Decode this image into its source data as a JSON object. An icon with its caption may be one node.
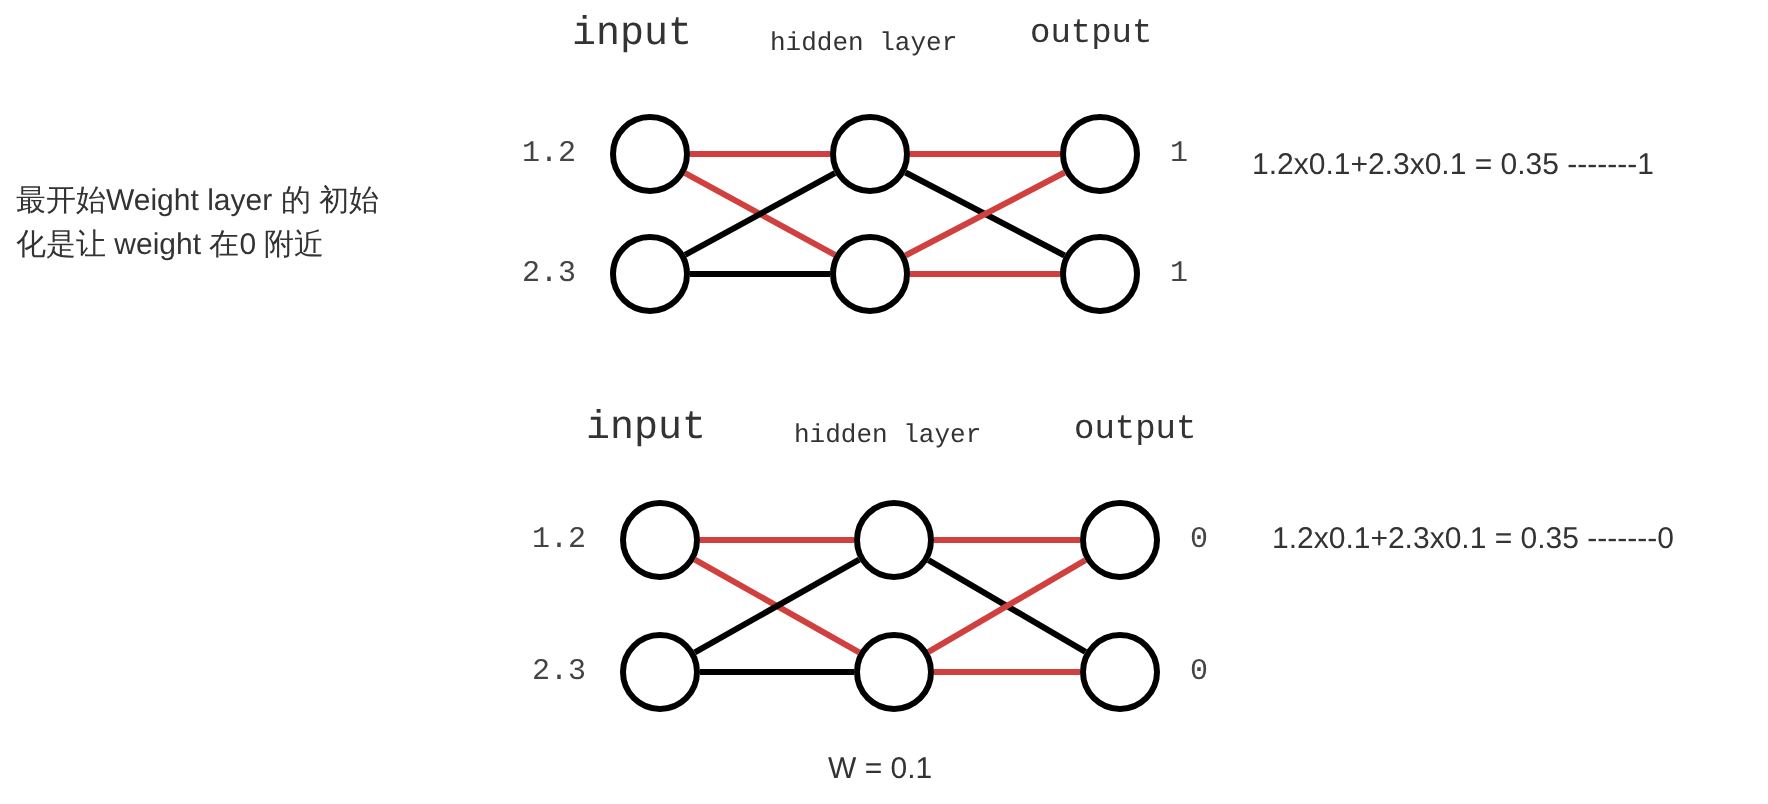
{
  "diagram": {
    "nodes": [
      {
        "text": [],
        "shape": "circle",
        "beside": [
          "1.2"
        ]
      },
      {
        "text": [],
        "shape": "circle",
        "beside": [
          "2.3"
        ]
      },
      {
        "text": [],
        "shape": "circle"
      },
      {
        "text": [],
        "shape": "circle"
      },
      {
        "text": [],
        "shape": "circle",
        "beside": [
          "1"
        ]
      },
      {
        "text": [],
        "shape": "circle",
        "beside": [
          "1"
        ]
      },
      {
        "text": [],
        "shape": "circle",
        "beside": [
          "1.2"
        ]
      },
      {
        "text": [],
        "shape": "circle",
        "beside": [
          "2.3"
        ]
      },
      {
        "text": [],
        "shape": "circle"
      },
      {
        "text": [],
        "shape": "circle"
      },
      {
        "text": [],
        "shape": "circle",
        "beside": [
          "0"
        ]
      },
      {
        "text": [],
        "shape": "circle",
        "beside": [
          "0"
        ]
      }
    ],
    "edges": [
      {
        "from": 0,
        "to": 2,
        "arrow": "none"
      },
      {
        "from": 0,
        "to": 3,
        "arrow": "none"
      },
      {
        "from": 1,
        "to": 2,
        "arrow": "none",
        "color": "#000000"
      },
      {
        "from": 1,
        "to": 3,
        "arrow": "none",
        "color": "#000000"
      },
      {
        "from": 2,
        "to": 4,
        "arrow": "none"
      },
      {
        "from": 2,
        "to": 5,
        "arrow": "none",
        "color": "#000000"
      },
      {
        "from": 3,
        "to": 4,
        "arrow": "none"
      },
      {
        "from": 3,
        "to": 5,
        "arrow": "none"
      },
      {
        "from": 6,
        "to": 8,
        "arrow": "none"
      },
      {
        "from": 6,
        "to": 9,
        "arrow": "none"
      },
      {
        "from": 7,
        "to": 8,
        "arrow": "none",
        "color": "#000000"
      },
      {
        "from": 7,
        "to": 9,
        "arrow": "none",
        "color": "#000000"
      },
      {
        "from": 8,
        "to": 10,
        "arrow": "none"
      },
      {
        "from": 8,
        "to": 11,
        "arrow": "none",
        "color": "#000000"
      },
      {
        "from": 9,
        "to": 10,
        "arrow": "none"
      },
      {
        "from": 9,
        "to": 11,
        "arrow": "none"
      }
    ],
    "labels": [
      "input",
      "hidden layer",
      "output",
      "最开始Weight layer 的 初始化是让 weight 在0 附近",
      "1.2x0.1+2.3x0.1 = 0.35 -------1",
      "input",
      "hidden layer",
      "output",
      "1.2x0.1+2.3x0.1 = 0.35 -------0",
      "W = 0.1"
    ]
  }
}
